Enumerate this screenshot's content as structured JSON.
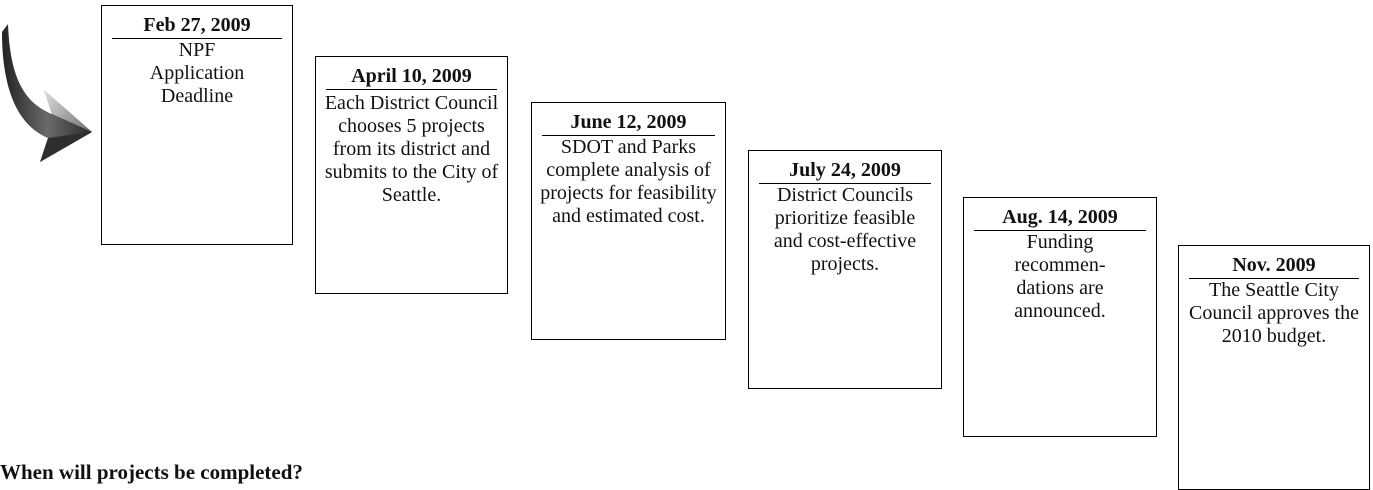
{
  "steps": [
    {
      "date": "Feb 27, 2009",
      "description": "NPF Application Deadline"
    },
    {
      "date": "April 10, 2009",
      "description": "Each District Council chooses 5 projects from its district and submits to the City of Seattle."
    },
    {
      "date": "June 12, 2009",
      "description": "SDOT and Parks complete analysis of projects for feasibility and estimated cost."
    },
    {
      "date": "July 24, 2009",
      "description": "District Councils prioritize feasible and cost-effective projects."
    },
    {
      "date": "Aug. 14, 2009",
      "description": "Funding recommen-dations are announced."
    },
    {
      "date": "Nov. 2009",
      "description": "The Seattle City Council approves the 2010 budget."
    }
  ],
  "footer_question": "When will projects be completed?",
  "colors": {
    "border": "#000000",
    "arrow_dark": "#3a3a3a",
    "arrow_light": "#d8d8d8"
  }
}
